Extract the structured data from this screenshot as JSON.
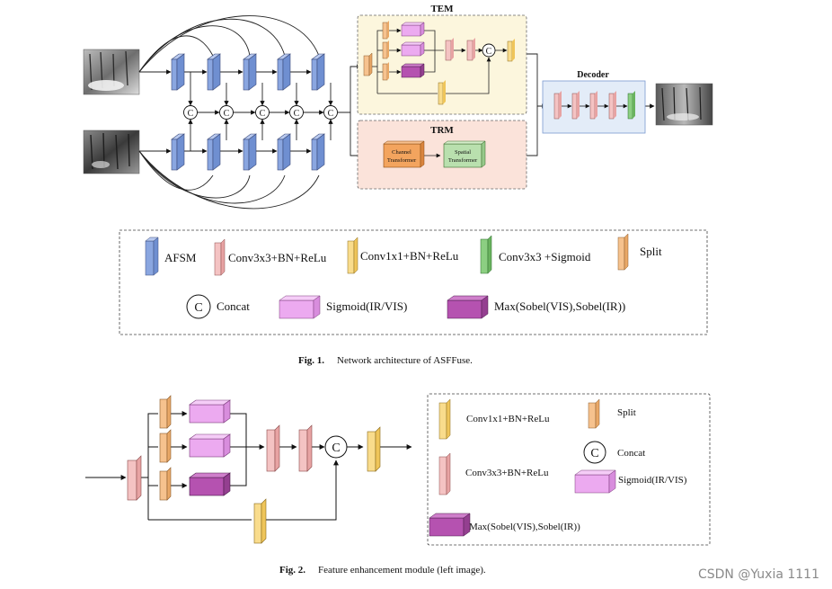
{
  "fig1": {
    "tem_title": "TEM",
    "trm_title": "TRM",
    "decoder_title": "Decoder",
    "channel_transformer": [
      "Channel",
      "Transformer"
    ],
    "spatial_transformer": [
      "Spatial",
      "Transformer"
    ],
    "concat_symbol": "C",
    "legend": {
      "afsm": "AFSM",
      "conv3x3": "Conv3x3+BN+ReLu",
      "conv1x1": "Conv1x1+BN+ReLu",
      "conv3x3_sigmoid": "Conv3x3 +Sigmoid",
      "split": "Split",
      "concat": "Concat",
      "sigmoid": "Sigmoid(IR/VIS)",
      "max_sobel": "Max(Sobel(VIS),Sobel(IR))"
    },
    "caption_bold": "Fig. 1.",
    "caption_text": "Network architecture of ASFFuse."
  },
  "fig2": {
    "legend": {
      "conv1x1": "Conv1x1+BN+ReLu",
      "split": "Split",
      "concat": "Concat",
      "conv3x3": "Conv3x3+BN+ReLu",
      "sigmoid": "Sigmoid(IR/VIS)",
      "max_sobel": "Max(Sobel(VIS),Sobel(IR))"
    },
    "caption_bold": "Fig. 2.",
    "caption_text": "Feature enhancement module (left image)."
  },
  "watermark": "CSDN @Yuxia 1111",
  "colors": {
    "afsm_blue": "#8aa6e0",
    "conv3x3_pink": "#f4c3c3",
    "conv1x1_yellow": "#f9dc8c",
    "split_orange": "#f6c28e",
    "sigmoid_violet": "#ecaaf0",
    "max_purple": "#b552b0",
    "sigmoid_green": "#8ccf82",
    "tem_bg": "#fcf6dd",
    "trm_bg": "#fbe3da",
    "decoder_bg": "#e3ecf8"
  },
  "icons": [
    "ir-input-image",
    "vis-input-image",
    "fused-output-image"
  ]
}
